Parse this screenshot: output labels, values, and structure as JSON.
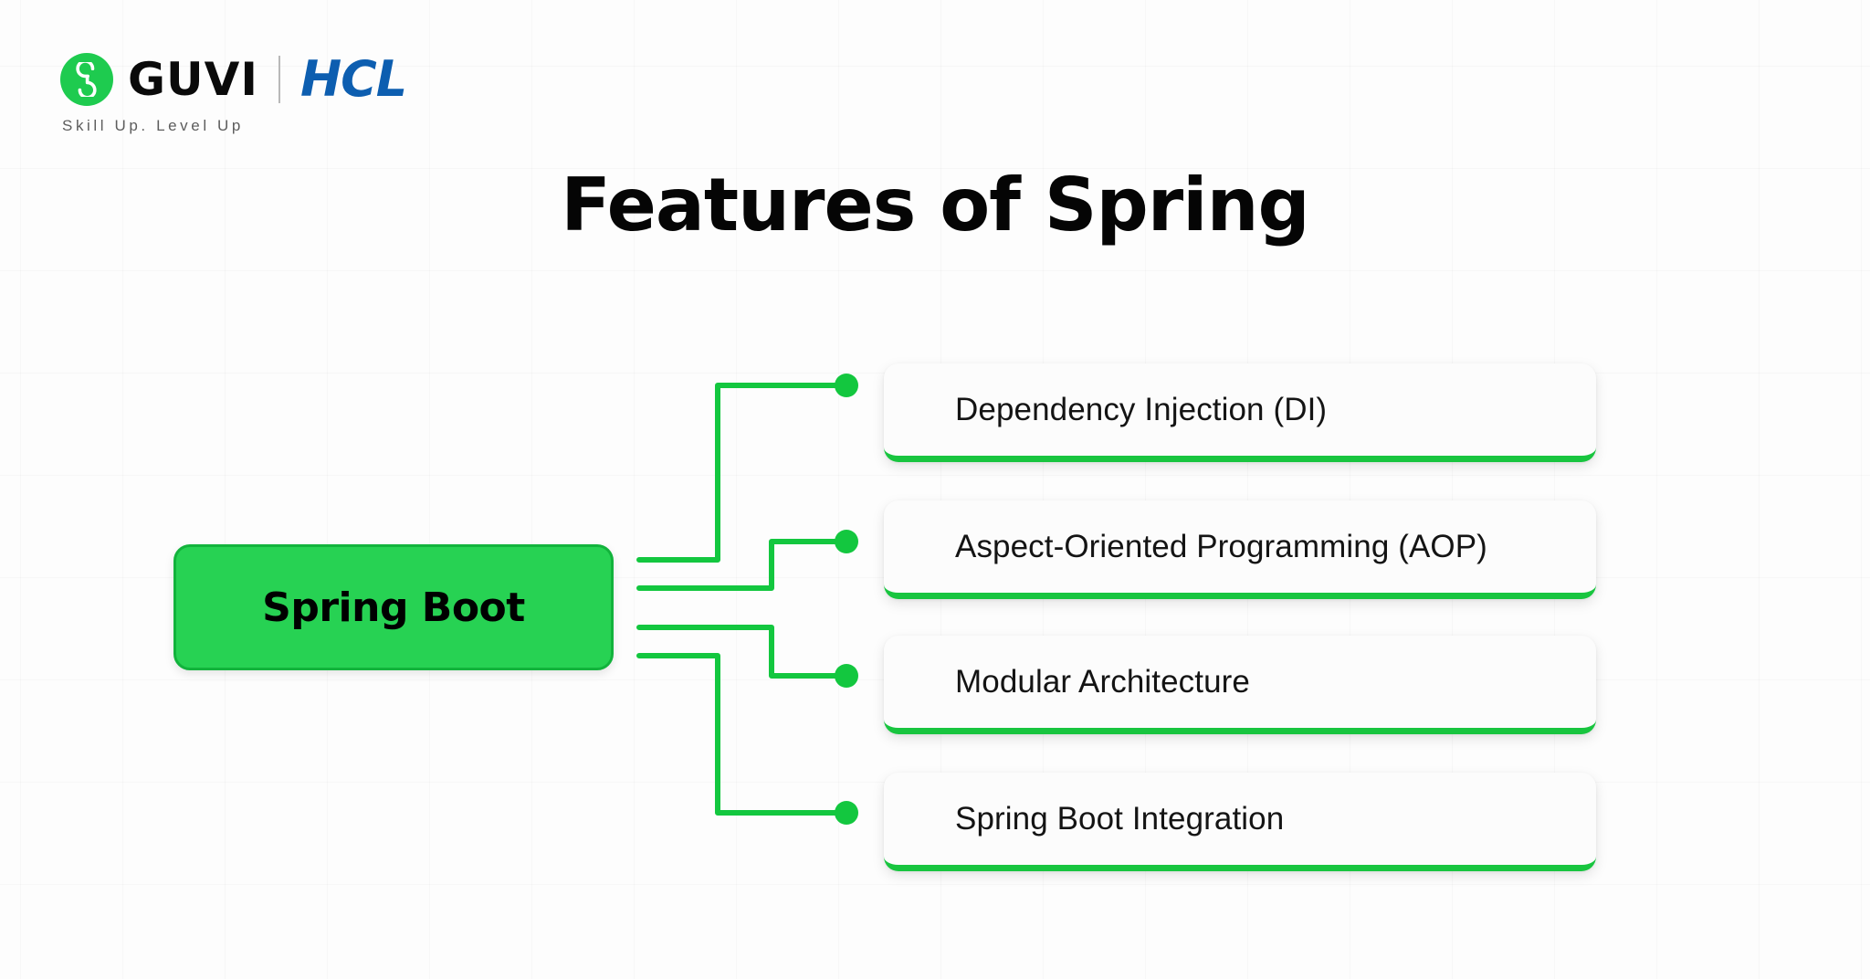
{
  "brand": {
    "logo_icon": "guvi-g-icon",
    "name": "GUVI",
    "partner": "HCL",
    "tagline": "Skill Up. Level Up",
    "accent_green": "#1ecb4f",
    "partner_blue": "#0d5eb0"
  },
  "title": "Features of Spring",
  "diagram": {
    "root": {
      "label": "Spring Boot",
      "fill": "#27d253",
      "border": "#12b33c"
    },
    "connector_color": "#13c73f",
    "nodes": [
      {
        "label": "Dependency Injection (DI)"
      },
      {
        "label": "Aspect-Oriented Programming (AOP)"
      },
      {
        "label": "Modular Architecture"
      },
      {
        "label": "Spring Boot Integration"
      }
    ]
  }
}
